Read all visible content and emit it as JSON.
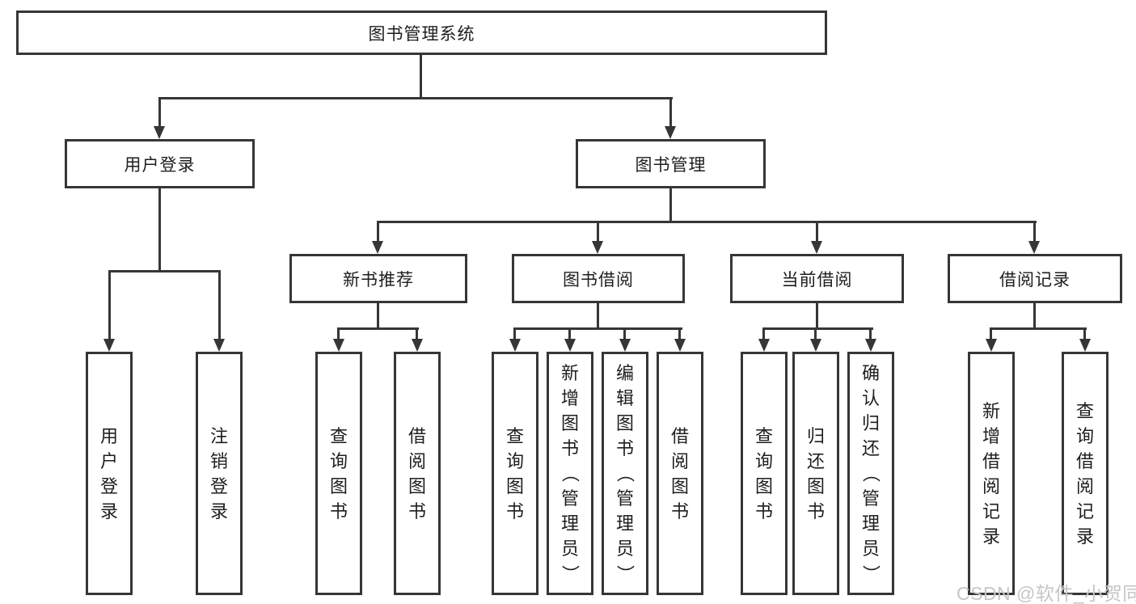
{
  "diagram": {
    "title": "图书管理系统",
    "branches": {
      "user_login": {
        "label": "用户登录",
        "leaves": [
          "用户登录",
          "注销登录"
        ]
      },
      "book_mgmt": {
        "label": "图书管理",
        "sections": {
          "new_rec": {
            "label": "新书推荐",
            "leaves": [
              "查询图书",
              "借阅图书"
            ]
          },
          "borrow": {
            "label": "图书借阅",
            "leaves": [
              "查询图书",
              "新增图书（管理员）",
              "编辑图书（管理员）",
              "借阅图书"
            ]
          },
          "current": {
            "label": "当前借阅",
            "leaves": [
              "查询图书",
              "归还图书",
              "确认归还（管理员）"
            ]
          },
          "records": {
            "label": "借阅记录",
            "leaves": [
              "新增借阅记录",
              "查询借阅记录"
            ]
          }
        }
      }
    }
  },
  "watermark": {
    "text": "CSDN @软件_小贺同学"
  },
  "colors": {
    "line": "#363636",
    "background": "#ffffff",
    "text": "#1e1e1e",
    "watermark_color": "#c6c6c6"
  }
}
